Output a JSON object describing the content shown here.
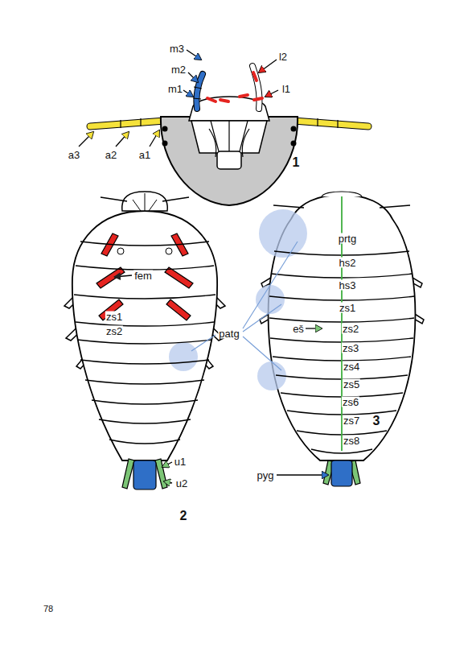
{
  "diagram": {
    "labels": [
      "m3",
      "m2",
      "m1",
      "l2",
      "l1",
      "a3",
      "a2",
      "a1",
      "1",
      "fem",
      "zs1",
      "zs2",
      "patg",
      "u1",
      "u2",
      "2",
      "prtg",
      "hs2",
      "hs3",
      "zs1",
      "eš",
      "zs2",
      "zs3",
      "zs4",
      "zs5",
      "zs6",
      "zs7",
      "zs8",
      "pyg",
      "3",
      "78"
    ]
  }
}
